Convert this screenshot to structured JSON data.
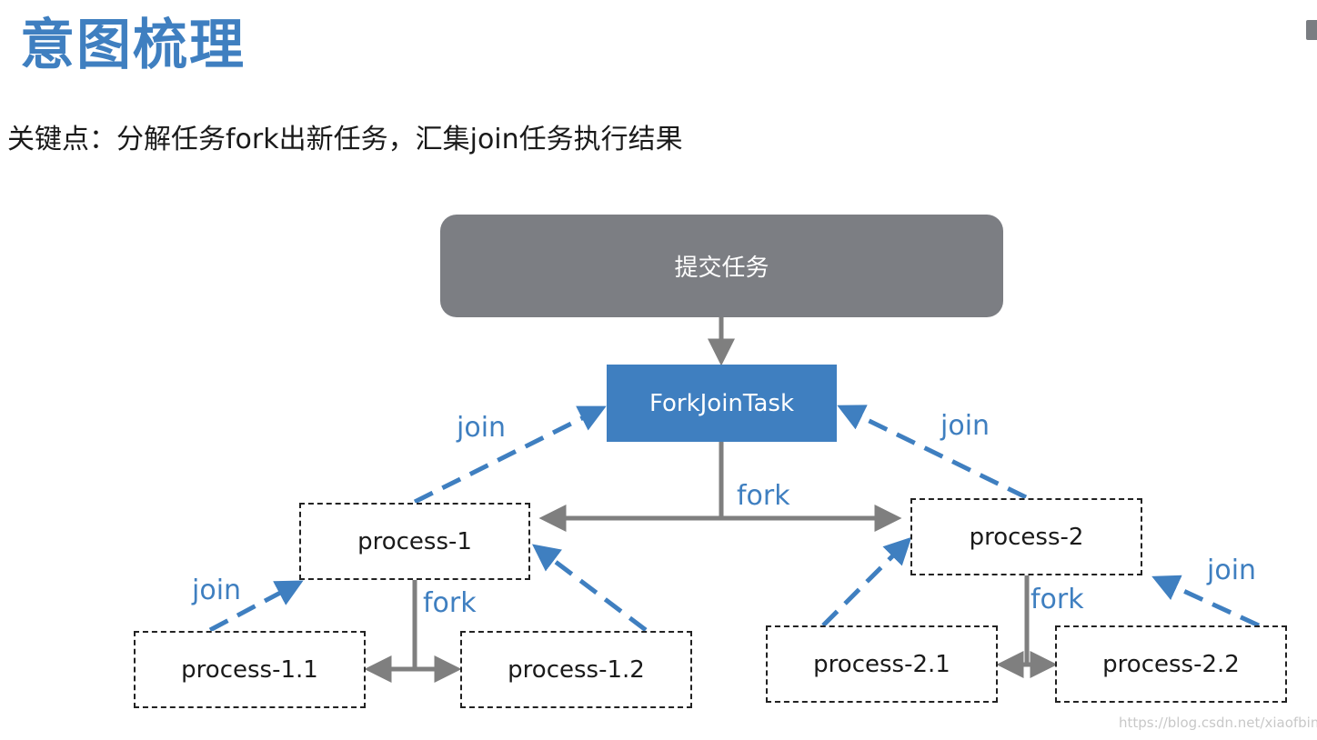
{
  "title": "意图梳理",
  "subtitle": "关键点：分解任务fork出新任务，汇集join任务执行结果",
  "diagram": {
    "nodes": {
      "submit": "提交任务",
      "fjt": "ForkJoinTask",
      "p1": "process-1",
      "p2": "process-2",
      "p11": "process-1.1",
      "p12": "process-1.2",
      "p21": "process-2.1",
      "p22": "process-2.2"
    },
    "edge_labels": {
      "fork_main": "fork",
      "fork_p1": "fork",
      "fork_p2": "fork",
      "join_p1": "join",
      "join_p2": "join",
      "join_p11": "join",
      "join_p22": "join"
    },
    "colors": {
      "accent": "#3f7fc0",
      "gray": "#7c7e83",
      "fork_line": "#7f7f7f"
    }
  },
  "watermark": "https://blog.csdn.net/xiaofbing"
}
